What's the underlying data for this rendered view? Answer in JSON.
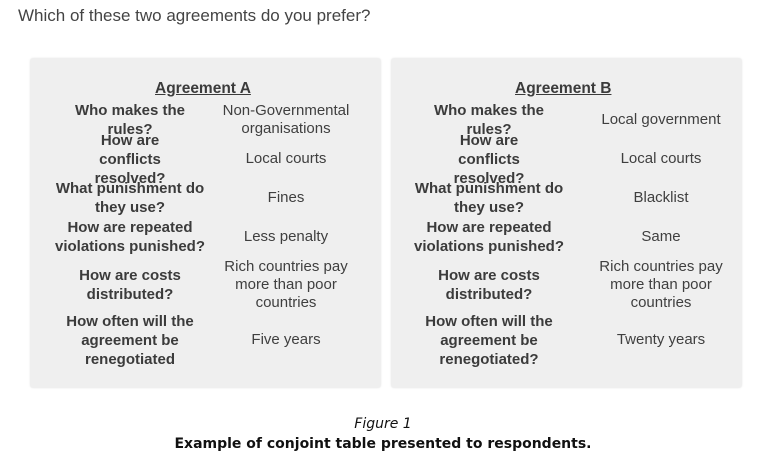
{
  "question": "Which of these two agreements do you prefer?",
  "agreements": [
    {
      "title": "Agreement A",
      "rows": [
        {
          "question": "Who makes the rules?",
          "value": "Non-Governmental organisations"
        },
        {
          "question": "How are conflicts resolved?",
          "value": "Local courts"
        },
        {
          "question": "What punishment do they use?",
          "value": "Fines"
        },
        {
          "question": "How are repeated violations punished?",
          "value": "Less penalty"
        },
        {
          "question": "How are costs distributed?",
          "value": "Rich countries pay more than poor countries"
        },
        {
          "question": "How often will the agreement be renegotiated",
          "value": "Five years"
        }
      ]
    },
    {
      "title": "Agreement B",
      "rows": [
        {
          "question": "Who makes the rules?",
          "value": "Local government"
        },
        {
          "question": "How are conflicts resolved?",
          "value": "Local courts"
        },
        {
          "question": "What punishment do they use?",
          "value": "Blacklist"
        },
        {
          "question": "How are repeated violations punished?",
          "value": "Same"
        },
        {
          "question": "How are costs distributed?",
          "value": "Rich countries pay more than poor countries"
        },
        {
          "question": "How often will the agreement be renegotiated?",
          "value": "Twenty years"
        }
      ]
    }
  ],
  "caption": {
    "figure_label": "Figure 1",
    "description": "Example of conjoint table presented to respondents."
  }
}
